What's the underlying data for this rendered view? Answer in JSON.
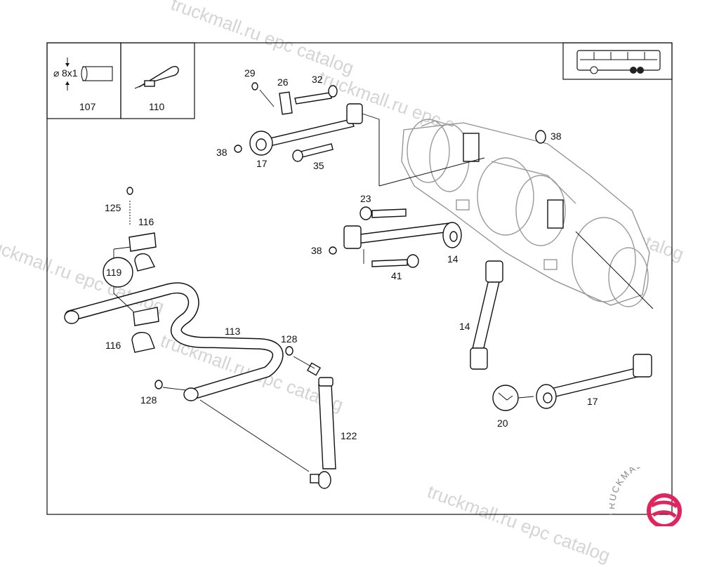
{
  "diagram": {
    "header_boxes": [
      {
        "id": "107",
        "label": "107",
        "dimension": "8x1",
        "diameter_symbol": "⌀"
      },
      {
        "id": "110",
        "label": "110"
      }
    ],
    "part_labels": {
      "p29": "29",
      "p26": "26",
      "p32": "32",
      "p38a": "38",
      "p38b": "38",
      "p38c": "38",
      "p17a": "17",
      "p35": "35",
      "p23": "23",
      "p14a": "14",
      "p41": "41",
      "p125": "125",
      "p116a": "116",
      "p116b": "116",
      "p119": "119",
      "p113": "113",
      "p128a": "128",
      "p128b": "128",
      "p122": "122",
      "p14b": "14",
      "p20": "20",
      "p17b": "17"
    },
    "watermarks": [
      "truckmall.ru epc catalog",
      "truckmall.ru epc catalog",
      "truckmall.ru epc catalog",
      "truckmall.ru epc catalog",
      "truckmall.ru epc catalog",
      "truckmall.ru epc catalog"
    ],
    "brand": {
      "text": "TRUCKMALLPARTS",
      "accent_color": "#e0245e"
    },
    "vehicle_icon": "bus-icon"
  }
}
